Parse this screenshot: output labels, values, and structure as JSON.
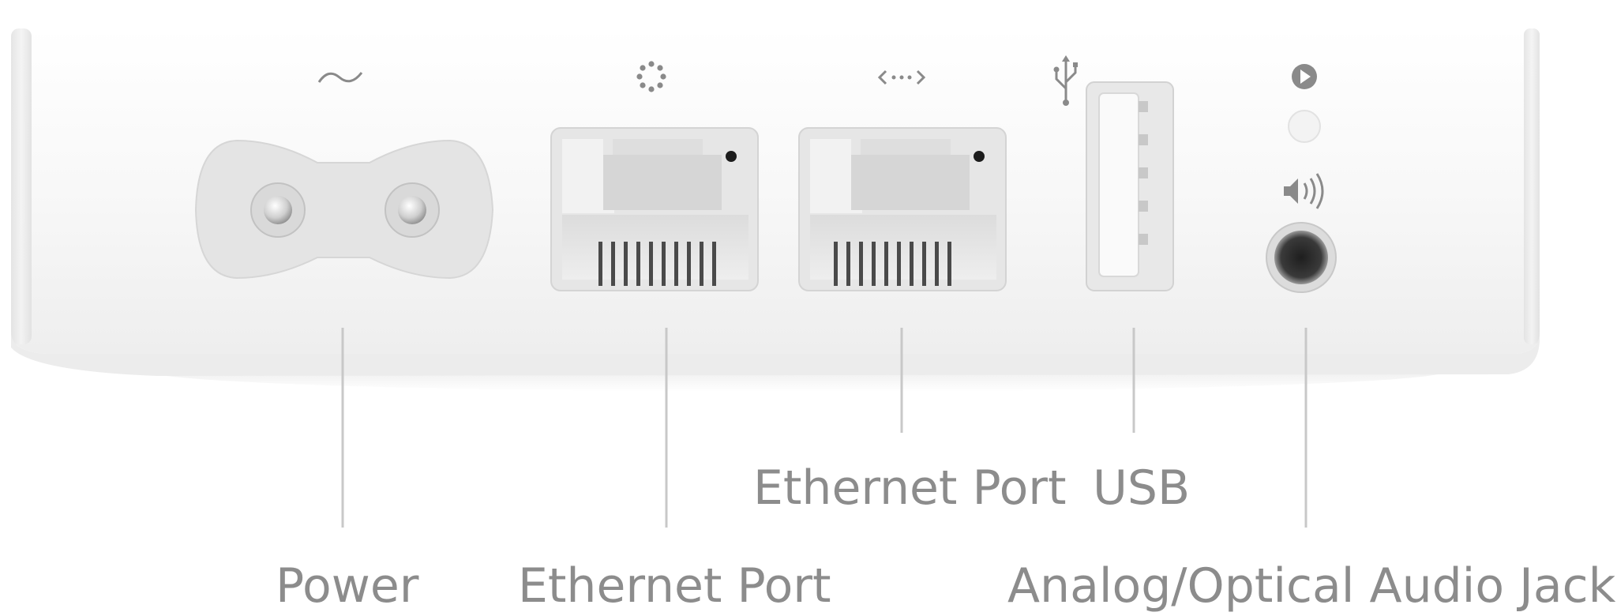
{
  "subject": {
    "device_color": "#f6f6f6",
    "port_color": "#e4e4e4",
    "leader_line_color": "#c8c8c8",
    "label_color": "#8c8c8c"
  },
  "ports": [
    {
      "id": "power",
      "label": "Power",
      "icon": "ac-wave-icon"
    },
    {
      "id": "ethernet",
      "label": "Ethernet Port",
      "icon": "dotted-circle-icon"
    },
    {
      "id": "ethernet2",
      "label": "Ethernet Port",
      "icon": "arrows-dots-icon"
    },
    {
      "id": "usb",
      "label": "USB",
      "icon": "usb-trident-icon"
    },
    {
      "id": "audio",
      "label": "Analog/Optical Audio Jack",
      "icon": "speaker-waves-icon"
    }
  ],
  "indicators": [
    {
      "icon": "play-circle-icon"
    },
    {
      "icon": "status-light"
    }
  ]
}
